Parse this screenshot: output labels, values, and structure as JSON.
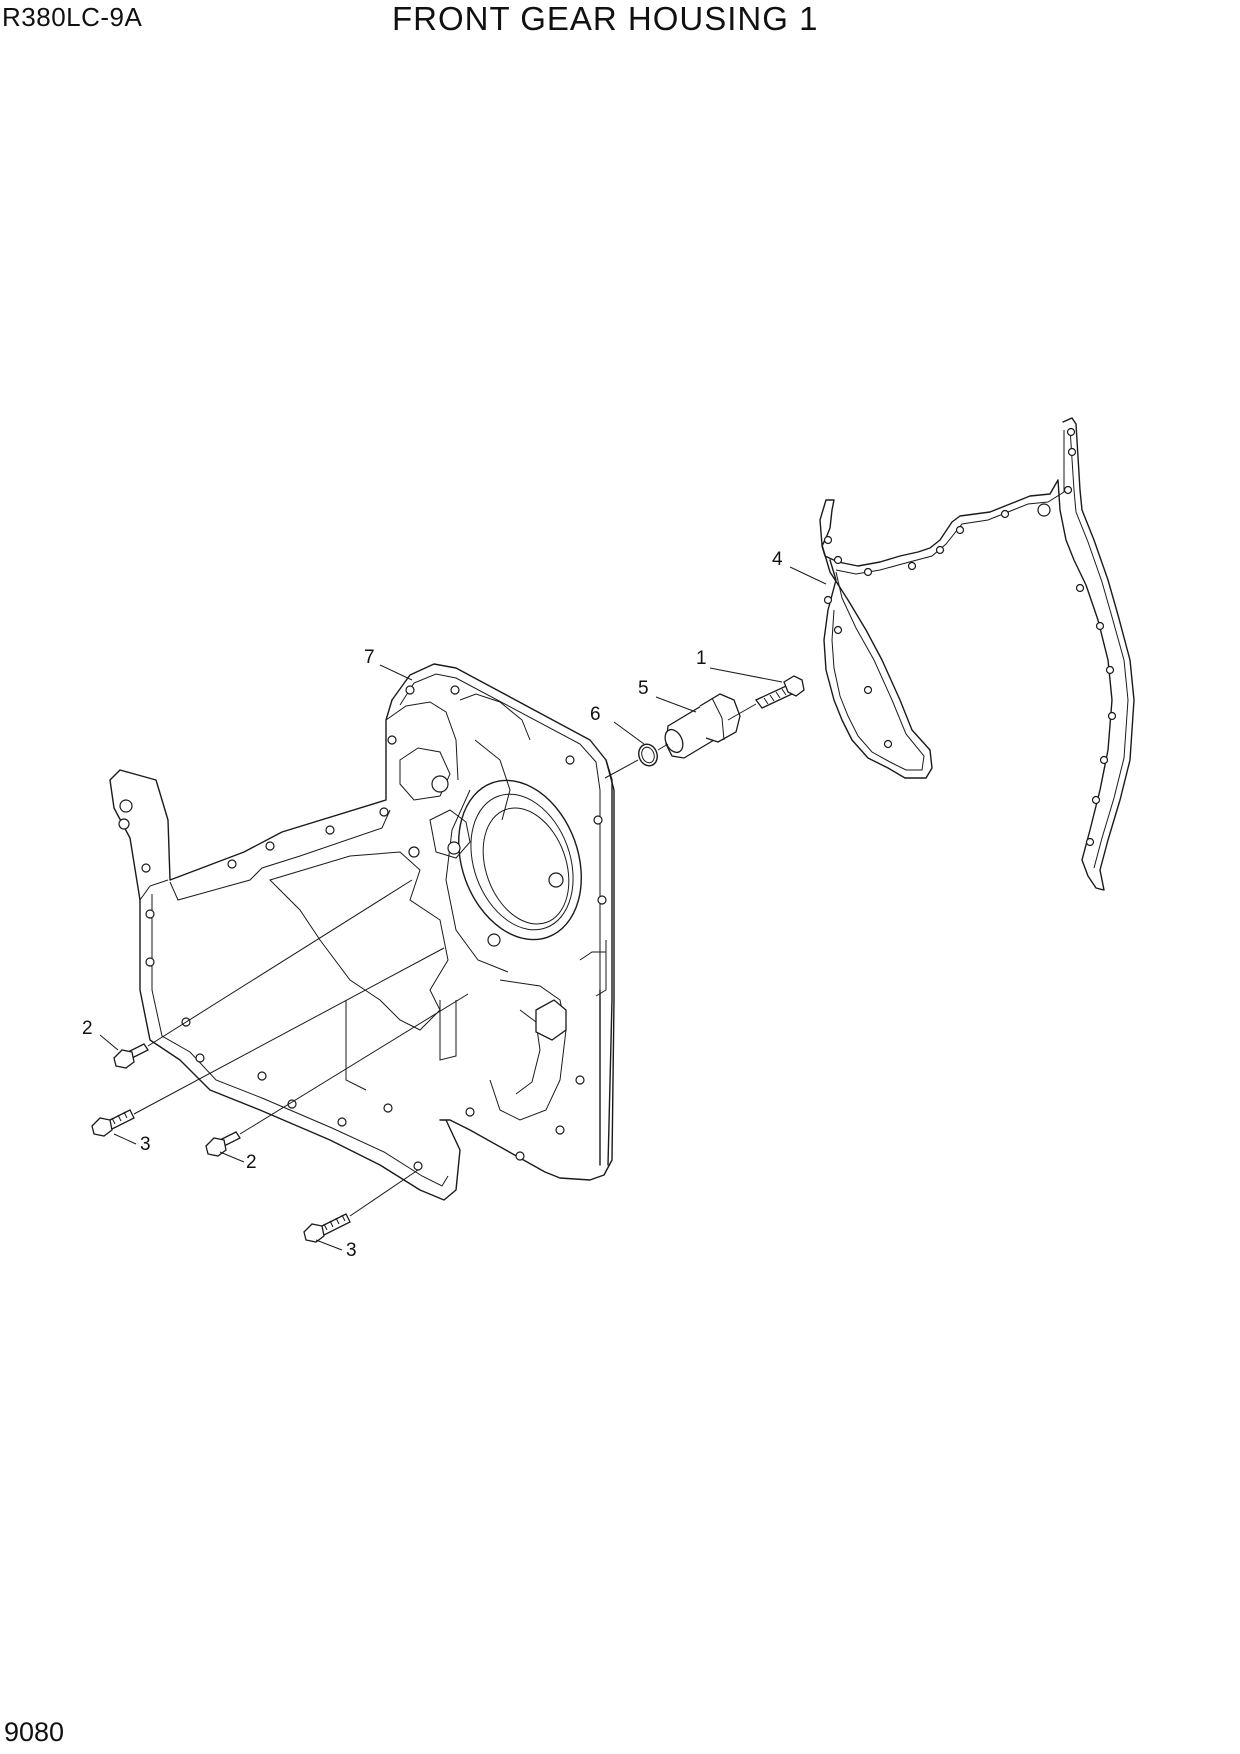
{
  "header": {
    "model": "R380LC-9A",
    "title": "FRONT GEAR HOUSING 1"
  },
  "footer": {
    "page_number": "9080"
  },
  "callouts": [
    "1",
    "2",
    "2",
    "3",
    "3",
    "4",
    "5",
    "6",
    "7"
  ]
}
